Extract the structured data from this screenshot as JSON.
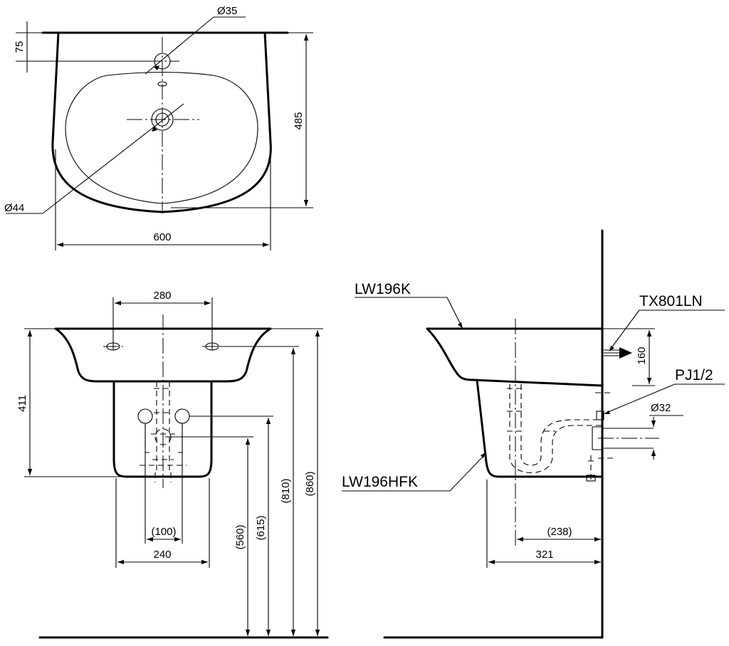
{
  "top_view": {
    "dim_tap_hole": "Ø35",
    "dim_back_offset": "75",
    "dim_depth": "485",
    "dim_waste": "Ø44",
    "dim_width": "600"
  },
  "front_view": {
    "dim_fixing_centres": "280",
    "dim_basin_height": "411",
    "dim_waste_width": "(100)",
    "dim_pedestal_width": "240",
    "dim_h560": "(560)",
    "dim_h615": "(615)",
    "dim_h810": "(810)",
    "dim_h860": "(860)"
  },
  "side_view": {
    "label_basin": "LW196K",
    "label_pedestal": "LW196HFK",
    "label_fixing": "TX801LN",
    "label_thread": "PJ1/2",
    "dim_fixing_height": "160",
    "dim_outlet": "Ø32",
    "dim_trap_projection": "(238)",
    "dim_projection": "321"
  }
}
